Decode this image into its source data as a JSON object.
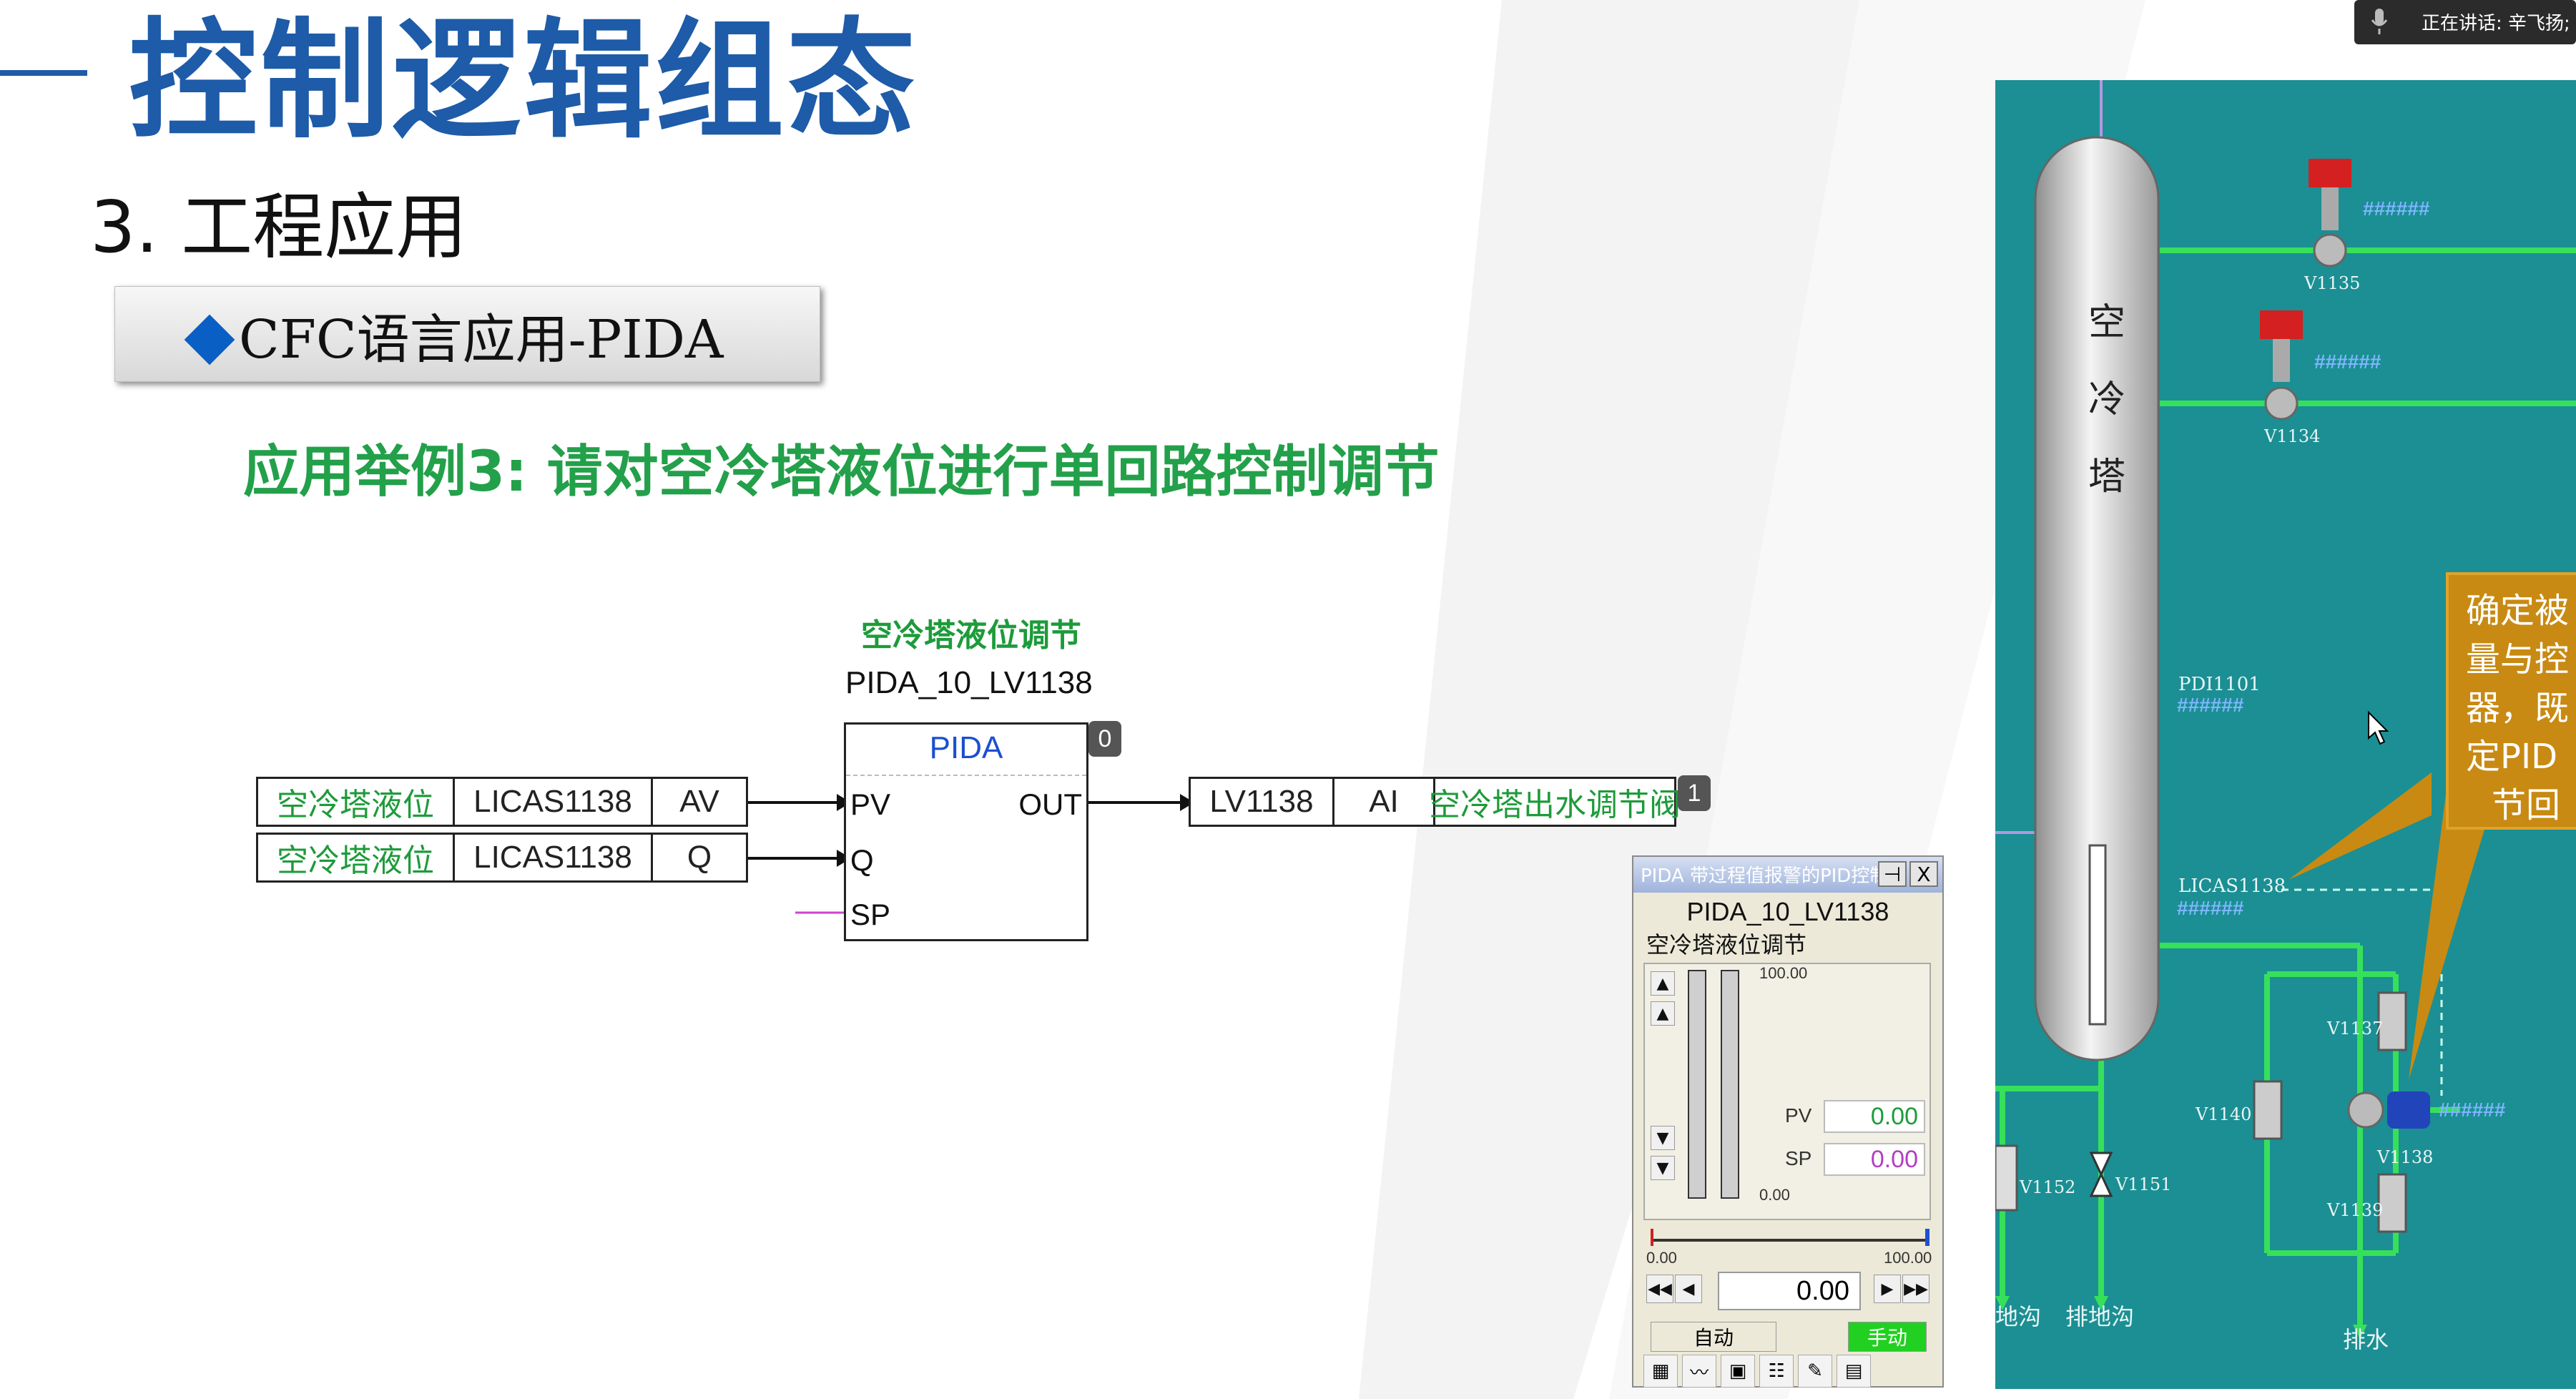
{
  "slide": {
    "title": "控制逻辑组态",
    "subtitle": "3. 工程应用",
    "banner": "CFC语言应用-PIDA",
    "example": "应用举例3: 请对空冷塔液位进行单回路控制调节"
  },
  "cfc": {
    "block_comment": "空冷塔液位调节",
    "block_name": "PIDA_10_LV1138",
    "block_type": "PIDA",
    "block_index": "0",
    "inputs": [
      {
        "desc": "空冷塔液位",
        "tag": "LICAS1138",
        "item": "AV"
      },
      {
        "desc": "空冷塔液位",
        "tag": "LICAS1138",
        "item": "Q"
      }
    ],
    "pins": {
      "pv": "PV",
      "q": "Q",
      "sp": "SP",
      "out": "OUT"
    },
    "output": {
      "tag": "LV1138",
      "item": "AI",
      "desc": "空冷塔出水调节阀",
      "index": "1"
    }
  },
  "faceplate": {
    "window_title": "PIDA 带过程值报警的PID控制",
    "pin_glyph": "⊣",
    "close_glyph": "X",
    "tag": "PIDA_10_LV1138",
    "desc": "空冷塔液位调节",
    "bar_max": "100.00",
    "bar_min": "0.00",
    "pv_label": "PV",
    "pv_value": "0.00",
    "sp_label": "SP",
    "sp_value": "0.00",
    "slider_min": "0.00",
    "slider_max": "100.00",
    "output_value": "0.00",
    "mode_auto": "自动",
    "mode_manual": "手动",
    "colors": {
      "pv": "#1d9b3a",
      "sp": "#b040c0",
      "manual": "#22d022"
    }
  },
  "process": {
    "tower": [
      "空",
      "冷",
      "塔"
    ],
    "hash": "######",
    "valves": [
      "V1135",
      "V1134",
      "V1137",
      "V1140",
      "V1138",
      "V1139",
      "V1152",
      "V1151"
    ],
    "tags": [
      "PDI1101",
      "LICAS1138"
    ],
    "drains": [
      "地沟",
      "排地沟",
      "排水"
    ]
  },
  "callout": [
    "确定被",
    "量与控",
    "器，既",
    "定PID",
    "节回"
  ],
  "status_bar": {
    "text": "正在讲话: 辛飞扬;"
  }
}
